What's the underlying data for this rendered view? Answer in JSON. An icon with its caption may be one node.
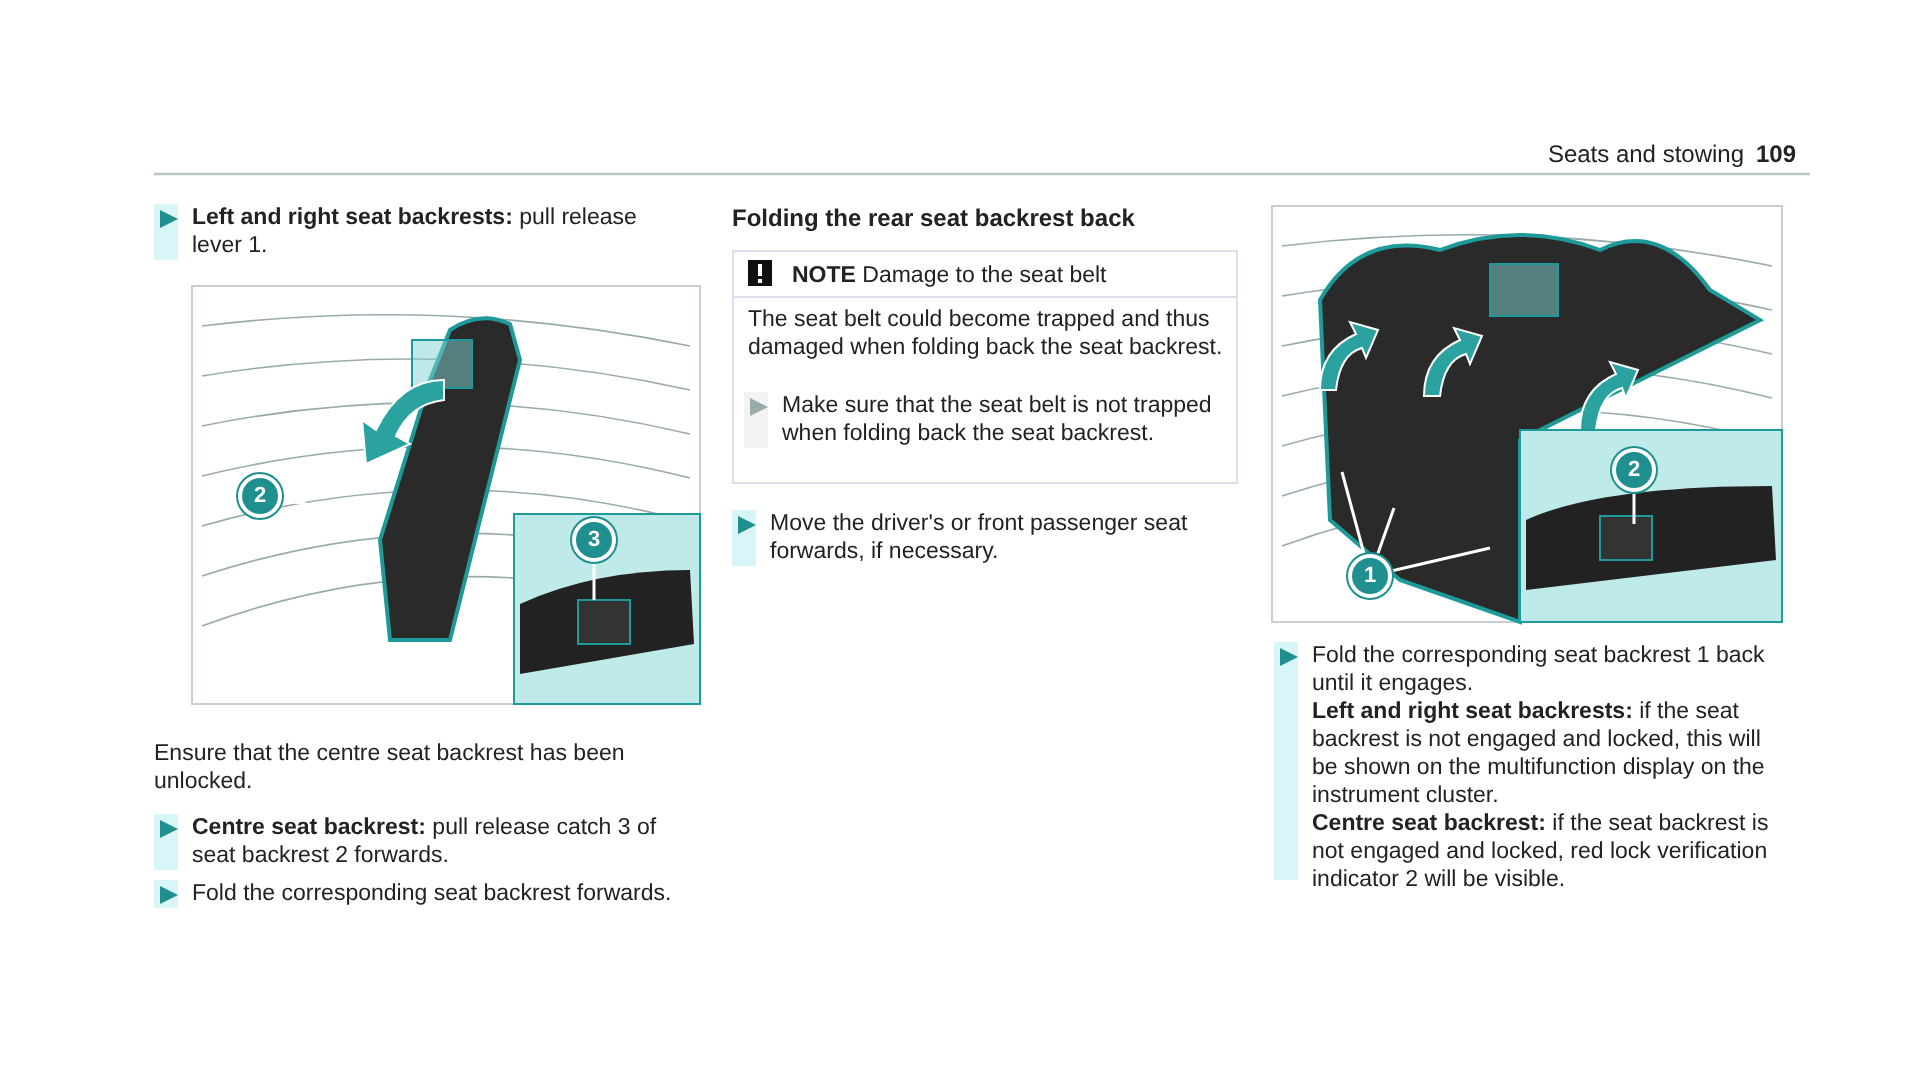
{
  "diagram": {
    "nodes": [
      {
        "text": [
          "2"
        ]
      },
      {
        "text": [
          "3"
        ]
      },
      {
        "text": [
          "2"
        ]
      },
      {
        "text": [
          "1"
        ]
      }
    ],
    "edges": [
      {
        "from": 0,
        "to": null,
        "arrow": "none"
      },
      {
        "from": 1,
        "to": null,
        "arrow": "none"
      },
      {
        "from": 2,
        "to": null,
        "arrow": "none"
      },
      {
        "from": 3,
        "to": null,
        "arrow": "none"
      },
      {
        "from": 3,
        "to": null,
        "arrow": "none"
      },
      {
        "from": 3,
        "to": null,
        "arrow": "none"
      }
    ],
    "labels": [
      "Seats and stowing",
      "109",
      "**Left and right seat backrests:** pull release lever 1.",
      "Ensure that the centre seat backrest has been unlocked.",
      "**Centre seat backrest:** pull release catch 3 of seat backrest 2 forwards.",
      "Fold the corresponding seat backrest forwards.",
      "Folding the rear seat backrest back",
      "**NOTE** Damage to the seat belt",
      "The seat belt could become trapped and thus damaged when folding back the seat backrest.",
      "Make sure that the seat belt is not trapped when folding back the seat backrest.",
      "Move the driver's or front passenger seat forwards, if necessary.",
      "Fold the corresponding seat backrest 1 back until it engages.",
      "**Left and right seat backrests:** if the seat backrest is not engaged and locked, this will be shown on the multifunction display on the instrument cluster.",
      "**Centre seat backrest:** if the seat backrest is not engaged and locked, red lock verification indicator 2 will be visible."
    ]
  }
}
